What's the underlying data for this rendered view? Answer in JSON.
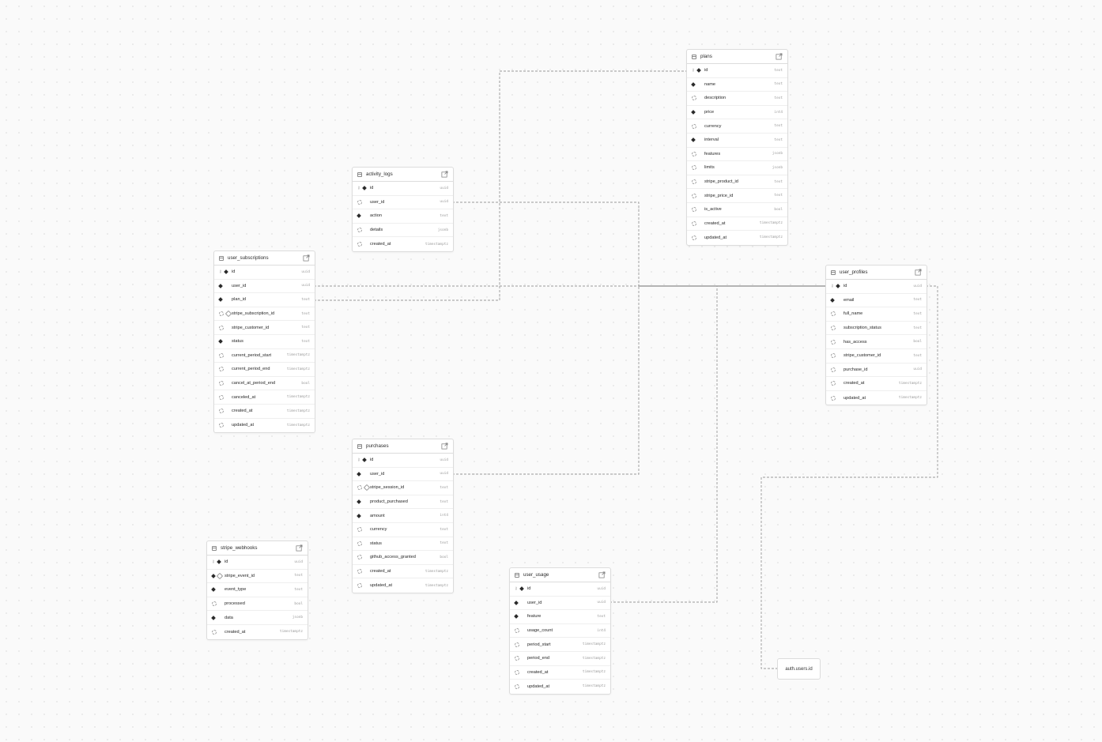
{
  "tables": [
    {
      "id": "plans",
      "name": "plans",
      "columns": [
        {
          "name": "id",
          "type": "text",
          "icons": [
            "key",
            "not-null"
          ]
        },
        {
          "name": "name",
          "type": "text",
          "icons": [
            "not-null"
          ]
        },
        {
          "name": "description",
          "type": "text",
          "icons": [
            "nullable"
          ]
        },
        {
          "name": "price",
          "type": "int4",
          "icons": [
            "not-null"
          ]
        },
        {
          "name": "currency",
          "type": "text",
          "icons": [
            "nullable"
          ]
        },
        {
          "name": "interval",
          "type": "text",
          "icons": [
            "not-null"
          ]
        },
        {
          "name": "features",
          "type": "jsonb",
          "icons": [
            "nullable"
          ]
        },
        {
          "name": "limits",
          "type": "jsonb",
          "icons": [
            "nullable"
          ]
        },
        {
          "name": "stripe_product_id",
          "type": "text",
          "icons": [
            "nullable"
          ]
        },
        {
          "name": "stripe_price_id",
          "type": "text",
          "icons": [
            "nullable"
          ]
        },
        {
          "name": "is_active",
          "type": "bool",
          "icons": [
            "nullable"
          ]
        },
        {
          "name": "created_at",
          "type": "timestamptz",
          "icons": [
            "nullable"
          ]
        },
        {
          "name": "updated_at",
          "type": "timestamptz",
          "icons": [
            "nullable"
          ]
        }
      ]
    },
    {
      "id": "activity_logs",
      "name": "activity_logs",
      "columns": [
        {
          "name": "id",
          "type": "uuid",
          "icons": [
            "key",
            "not-null"
          ]
        },
        {
          "name": "user_id",
          "type": "uuid",
          "icons": [
            "nullable"
          ]
        },
        {
          "name": "action",
          "type": "text",
          "icons": [
            "not-null"
          ]
        },
        {
          "name": "details",
          "type": "jsonb",
          "icons": [
            "nullable"
          ]
        },
        {
          "name": "created_at",
          "type": "timestamptz",
          "icons": [
            "nullable"
          ]
        }
      ]
    },
    {
      "id": "user_subscriptions",
      "name": "user_subscriptions",
      "columns": [
        {
          "name": "id",
          "type": "uuid",
          "icons": [
            "key",
            "not-null"
          ]
        },
        {
          "name": "user_id",
          "type": "uuid",
          "icons": [
            "not-null"
          ]
        },
        {
          "name": "plan_id",
          "type": "text",
          "icons": [
            "not-null"
          ]
        },
        {
          "name": "stripe_subscription_id",
          "type": "text",
          "icons": [
            "nullable",
            "unique"
          ]
        },
        {
          "name": "stripe_customer_id",
          "type": "text",
          "icons": [
            "nullable"
          ]
        },
        {
          "name": "status",
          "type": "text",
          "icons": [
            "not-null"
          ]
        },
        {
          "name": "current_period_start",
          "type": "timestamptz",
          "icons": [
            "nullable"
          ]
        },
        {
          "name": "current_period_end",
          "type": "timestamptz",
          "icons": [
            "nullable"
          ]
        },
        {
          "name": "cancel_at_period_end",
          "type": "bool",
          "icons": [
            "nullable"
          ]
        },
        {
          "name": "canceled_at",
          "type": "timestamptz",
          "icons": [
            "nullable"
          ]
        },
        {
          "name": "created_at",
          "type": "timestamptz",
          "icons": [
            "nullable"
          ]
        },
        {
          "name": "updated_at",
          "type": "timestamptz",
          "icons": [
            "nullable"
          ]
        }
      ]
    },
    {
      "id": "user_profiles",
      "name": "user_profiles",
      "columns": [
        {
          "name": "id",
          "type": "uuid",
          "icons": [
            "key",
            "not-null"
          ]
        },
        {
          "name": "email",
          "type": "text",
          "icons": [
            "not-null"
          ]
        },
        {
          "name": "full_name",
          "type": "text",
          "icons": [
            "nullable"
          ]
        },
        {
          "name": "subscription_status",
          "type": "text",
          "icons": [
            "nullable"
          ]
        },
        {
          "name": "has_access",
          "type": "bool",
          "icons": [
            "nullable"
          ]
        },
        {
          "name": "stripe_customer_id",
          "type": "text",
          "icons": [
            "nullable"
          ]
        },
        {
          "name": "purchase_id",
          "type": "uuid",
          "icons": [
            "nullable"
          ]
        },
        {
          "name": "created_at",
          "type": "timestamptz",
          "icons": [
            "nullable"
          ]
        },
        {
          "name": "updated_at",
          "type": "timestamptz",
          "icons": [
            "nullable"
          ]
        }
      ]
    },
    {
      "id": "purchases",
      "name": "purchases",
      "columns": [
        {
          "name": "id",
          "type": "uuid",
          "icons": [
            "key",
            "not-null"
          ]
        },
        {
          "name": "user_id",
          "type": "uuid",
          "icons": [
            "not-null"
          ]
        },
        {
          "name": "stripe_session_id",
          "type": "text",
          "icons": [
            "nullable",
            "unique"
          ]
        },
        {
          "name": "product_purchased",
          "type": "text",
          "icons": [
            "not-null"
          ]
        },
        {
          "name": "amount",
          "type": "int4",
          "icons": [
            "not-null"
          ]
        },
        {
          "name": "currency",
          "type": "text",
          "icons": [
            "nullable"
          ]
        },
        {
          "name": "status",
          "type": "text",
          "icons": [
            "nullable"
          ]
        },
        {
          "name": "github_access_granted",
          "type": "bool",
          "icons": [
            "nullable"
          ]
        },
        {
          "name": "created_at",
          "type": "timestamptz",
          "icons": [
            "nullable"
          ]
        },
        {
          "name": "updated_at",
          "type": "timestamptz",
          "icons": [
            "nullable"
          ]
        }
      ]
    },
    {
      "id": "stripe_webhooks",
      "name": "stripe_webhooks",
      "columns": [
        {
          "name": "id",
          "type": "uuid",
          "icons": [
            "key",
            "not-null"
          ]
        },
        {
          "name": "stripe_event_id",
          "type": "text",
          "icons": [
            "not-null",
            "unique"
          ]
        },
        {
          "name": "event_type",
          "type": "text",
          "icons": [
            "not-null"
          ]
        },
        {
          "name": "processed",
          "type": "bool",
          "icons": [
            "nullable"
          ]
        },
        {
          "name": "data",
          "type": "jsonb",
          "icons": [
            "not-null"
          ]
        },
        {
          "name": "created_at",
          "type": "timestamptz",
          "icons": [
            "nullable"
          ]
        }
      ]
    },
    {
      "id": "user_usage",
      "name": "user_usage",
      "columns": [
        {
          "name": "id",
          "type": "uuid",
          "icons": [
            "key",
            "not-null"
          ]
        },
        {
          "name": "user_id",
          "type": "uuid",
          "icons": [
            "not-null"
          ]
        },
        {
          "name": "feature",
          "type": "text",
          "icons": [
            "not-null"
          ]
        },
        {
          "name": "usage_count",
          "type": "int4",
          "icons": [
            "nullable"
          ]
        },
        {
          "name": "period_start",
          "type": "timestamptz",
          "icons": [
            "nullable"
          ]
        },
        {
          "name": "period_end",
          "type": "timestamptz",
          "icons": [
            "nullable"
          ]
        },
        {
          "name": "created_at",
          "type": "timestamptz",
          "icons": [
            "nullable"
          ]
        },
        {
          "name": "updated_at",
          "type": "timestamptz",
          "icons": [
            "nullable"
          ]
        }
      ]
    }
  ],
  "reference_node": {
    "label": "auth.users.id"
  },
  "relationships": [
    {
      "from": "user_subscriptions.plan_id",
      "to": "plans.id"
    },
    {
      "from": "user_subscriptions.user_id",
      "to": "user_profiles.id"
    },
    {
      "from": "activity_logs.user_id",
      "to": "user_profiles.id"
    },
    {
      "from": "purchases.user_id",
      "to": "user_profiles.id"
    },
    {
      "from": "user_usage.user_id",
      "to": "user_profiles.id"
    },
    {
      "from": "user_profiles.id",
      "to": "auth.users.id"
    }
  ],
  "colors": {
    "edge": "#9a9a9a",
    "edge_solid": "#6f6f6f",
    "card_border": "#dcdcdc"
  }
}
